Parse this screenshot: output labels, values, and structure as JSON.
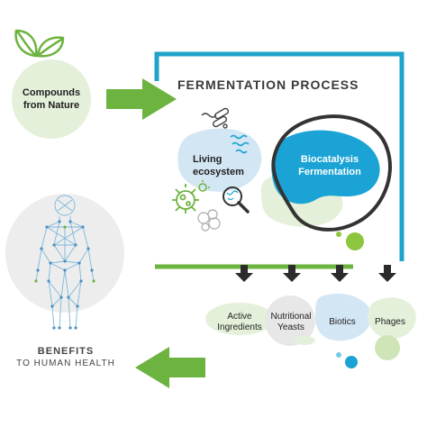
{
  "compounds": {
    "line1": "Compounds",
    "line2": "from Nature"
  },
  "process": {
    "title": "FERMENTATION PROCESS",
    "living": {
      "line1": "Living",
      "line2": "ecosystem"
    },
    "biocatalysis": {
      "line1": "Biocatalysis",
      "line2": "Fermentation"
    }
  },
  "outputs": [
    {
      "line1": "Active",
      "line2": "Ingredients"
    },
    {
      "line1": "Nutritional",
      "line2": "Yeasts"
    },
    {
      "line1": "Biotics",
      "line2": ""
    },
    {
      "line1": "Phages",
      "line2": ""
    }
  ],
  "benefits": {
    "line1": "BENEFITS",
    "line2": "TO HUMAN HEALTH"
  },
  "colors": {
    "green": "#6db33f",
    "light_green": "#cfe5b8",
    "pale_green": "#e4f0da",
    "blue": "#1aa3d4",
    "light_blue": "#d3e6f3",
    "frame_blue": "#1fa3c8",
    "dark": "#3a3a3a",
    "text": "#1f1f1f",
    "gray": "#666666"
  },
  "icons": [
    "leaf-icon",
    "right-arrow-icon",
    "microbe-icon",
    "magnifier-icon",
    "down-arrow-icon",
    "left-arrow-icon",
    "human-body-icon"
  ]
}
